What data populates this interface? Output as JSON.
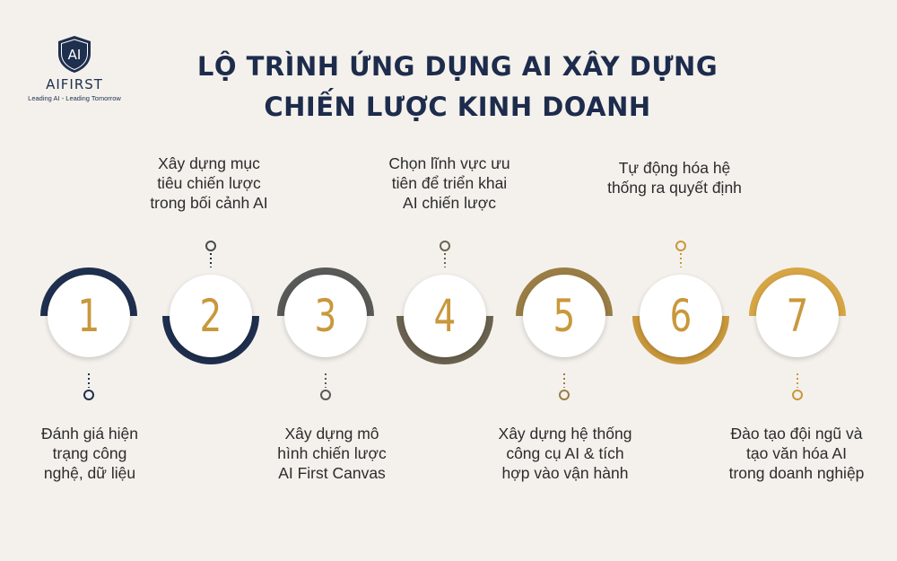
{
  "logo": {
    "mark": "AI",
    "name": "AIFIRST",
    "tagline": "Leading AI - Leading Tomorrow"
  },
  "title": {
    "line1": "LỘ TRÌNH ỨNG DỤNG AI XÂY DỰNG",
    "line2": "CHIẾN LƯỢC KINH DOANH"
  },
  "colors": {
    "navy": "#1f2f4e",
    "gold": "#c9983c",
    "olive": "#6b6350",
    "background": "#f4f1ec"
  },
  "steps": [
    {
      "number": "1",
      "label_lines": [
        "Đánh giá hiện",
        "trạng công",
        "nghệ, dữ liệu"
      ]
    },
    {
      "number": "2",
      "label_lines": [
        "Xây dựng mục",
        "tiêu chiến lược",
        "trong bối cảnh AI"
      ]
    },
    {
      "number": "3",
      "label_lines": [
        "Xây dựng mô",
        "hình chiến lược",
        "AI First Canvas"
      ]
    },
    {
      "number": "4",
      "label_lines": [
        "Chọn lĩnh vực ưu",
        "tiên để triển khai",
        "AI chiến lược"
      ]
    },
    {
      "number": "5",
      "label_lines": [
        "Xây dựng hệ thống",
        "công cụ AI & tích",
        "hợp vào vận hành"
      ]
    },
    {
      "number": "6",
      "label_lines": [
        "Tự động hóa hệ",
        "thống ra quyết định"
      ]
    },
    {
      "number": "7",
      "label_lines": [
        "Đào tạo đội ngũ và",
        "tạo văn hóa AI",
        "trong doanh nghiệp"
      ]
    }
  ]
}
